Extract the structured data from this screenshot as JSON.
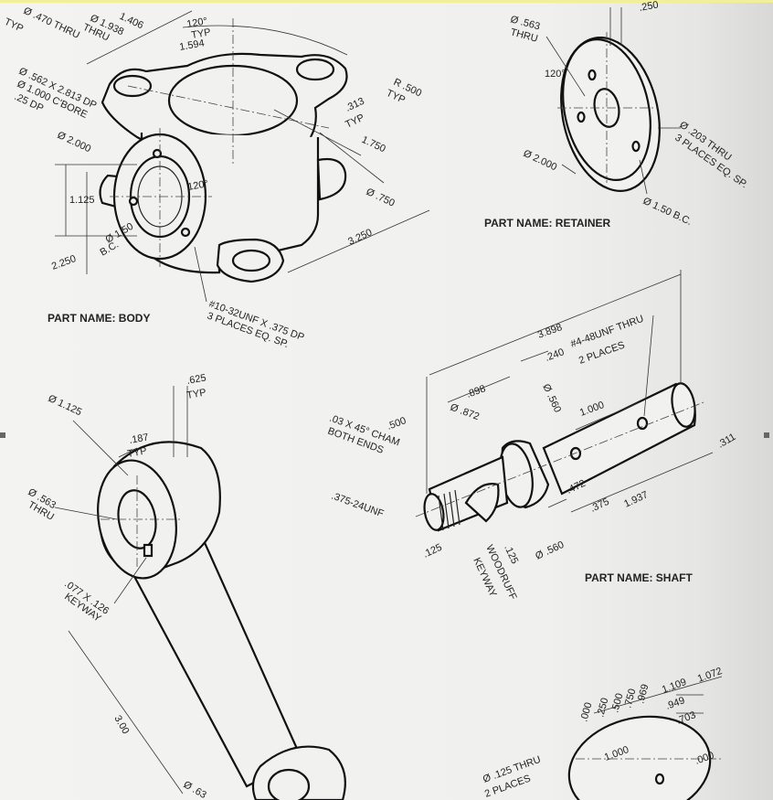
{
  "body": {
    "part_name": "PART NAME: BODY",
    "dims": {
      "d1406": "1.406",
      "d1938": "Ø 1.938",
      "thru": "THRU",
      "d470": "Ø .470 THRU",
      "typ": "TYP",
      "a120": "120°",
      "typ2": "TYP",
      "d1594": "1.594",
      "r500": "R .500",
      "typ3": "TYP",
      "d313": ".313",
      "typ4": "TYP",
      "d1750": "1.750",
      "d750": "Ø .750",
      "d3250": "3.250",
      "d562": "Ø .562 X 2.813 DP",
      "cbore": "Ø 1.000 C'BORE",
      "dp25": ".25 DP",
      "d2000": "Ø 2.000",
      "d1125": "1.125",
      "d2250": "2.250",
      "a120b": "120°",
      "d150": "Ø 1.50",
      "bc": "B.C.",
      "tap1": "#10-32UNF X .375 DP",
      "tap2": "3 PLACES EQ. SP."
    }
  },
  "retainer": {
    "part_name": "PART NAME: RETAINER",
    "dims": {
      "d563": "Ø .563",
      "thru": "THRU",
      "d250": ".250",
      "a120": "120°",
      "d2000": "Ø 2.000",
      "d203": "Ø .203 THRU",
      "places": "3 PLACES EQ. SP.",
      "bc": "Ø 1.50 B.C."
    }
  },
  "shaft": {
    "part_name": "PART NAME: SHAFT",
    "dims": {
      "d3898": "3.898",
      "d240": ".240",
      "tap": "#4-48UNF THRU",
      "places": "2 PLACES",
      "d898": ".898",
      "d560a": "Ø .560",
      "d500": ".500",
      "d872": "Ø .872",
      "d1000": "1.000",
      "cham": ".03 X 45° CHAM",
      "both": "BOTH ENDS",
      "d311": ".311",
      "d472": ".472",
      "d375": ".375",
      "d1937": "1.937",
      "thread": ".375-24UNF",
      "d125a": ".125",
      "d125b": ".125",
      "woodruff": "WOODRUFF",
      "keyway": "KEYWAY",
      "d560b": "Ø .560"
    }
  },
  "arm": {
    "dims": {
      "d1125": "Ø 1.125",
      "d625": ".625",
      "typ": "TYP",
      "d187": ".187",
      "typ2": "TYP",
      "d563": "Ø .563",
      "thru": "THRU",
      "keyway": ".077 X .126",
      "keyway2": "KEYWAY",
      "d300": "3.00",
      "d_bottom": "Ø .63"
    }
  },
  "plate": {
    "dims": {
      "d000a": ".000",
      "d250": ".250",
      "d500": ".500",
      "d750": ".750",
      "d969": ".969",
      "d1109": "1.109",
      "d1072": "1.072",
      "d949": ".949",
      "d703": ".703",
      "d1000": "1.000",
      "d000b": ".000",
      "thru": "Ø .125 THRU",
      "places": "2 PLACES"
    }
  }
}
